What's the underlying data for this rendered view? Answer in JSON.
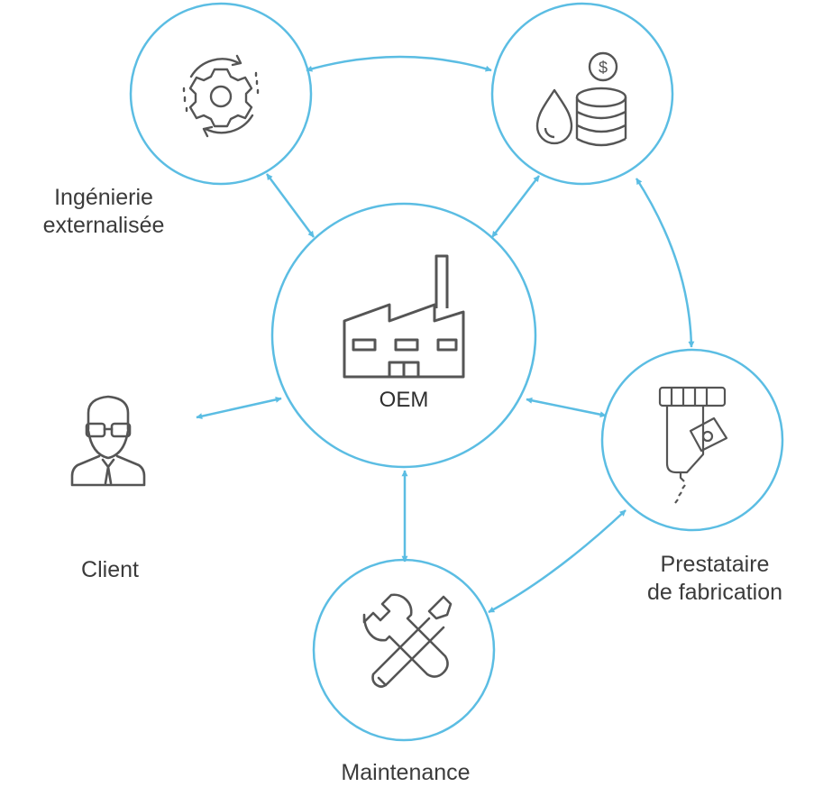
{
  "nodes": {
    "center": {
      "label": "OEM"
    },
    "engineering": {
      "line1": "Ingénierie",
      "line2": "externalisée"
    },
    "finance": {},
    "manufacturing": {
      "line1": "Prestataire",
      "line2": "de fabrication"
    },
    "maintenance": {
      "label": "Maintenance"
    },
    "client": {
      "label": "Client"
    }
  },
  "colors": {
    "circle_stroke": "#5bbde3",
    "arrow": "#5bbde3",
    "icon": "#555555",
    "text": "#3b3b3b"
  },
  "icons": {
    "engineering": "gear-cycle-icon",
    "finance": "oil-drop-dollar-coins-icon",
    "center": "factory-icon",
    "manufacturing": "cnc-drill-machine-icon",
    "maintenance": "wrench-screwdriver-icon",
    "client": "person-glasses-icon"
  }
}
